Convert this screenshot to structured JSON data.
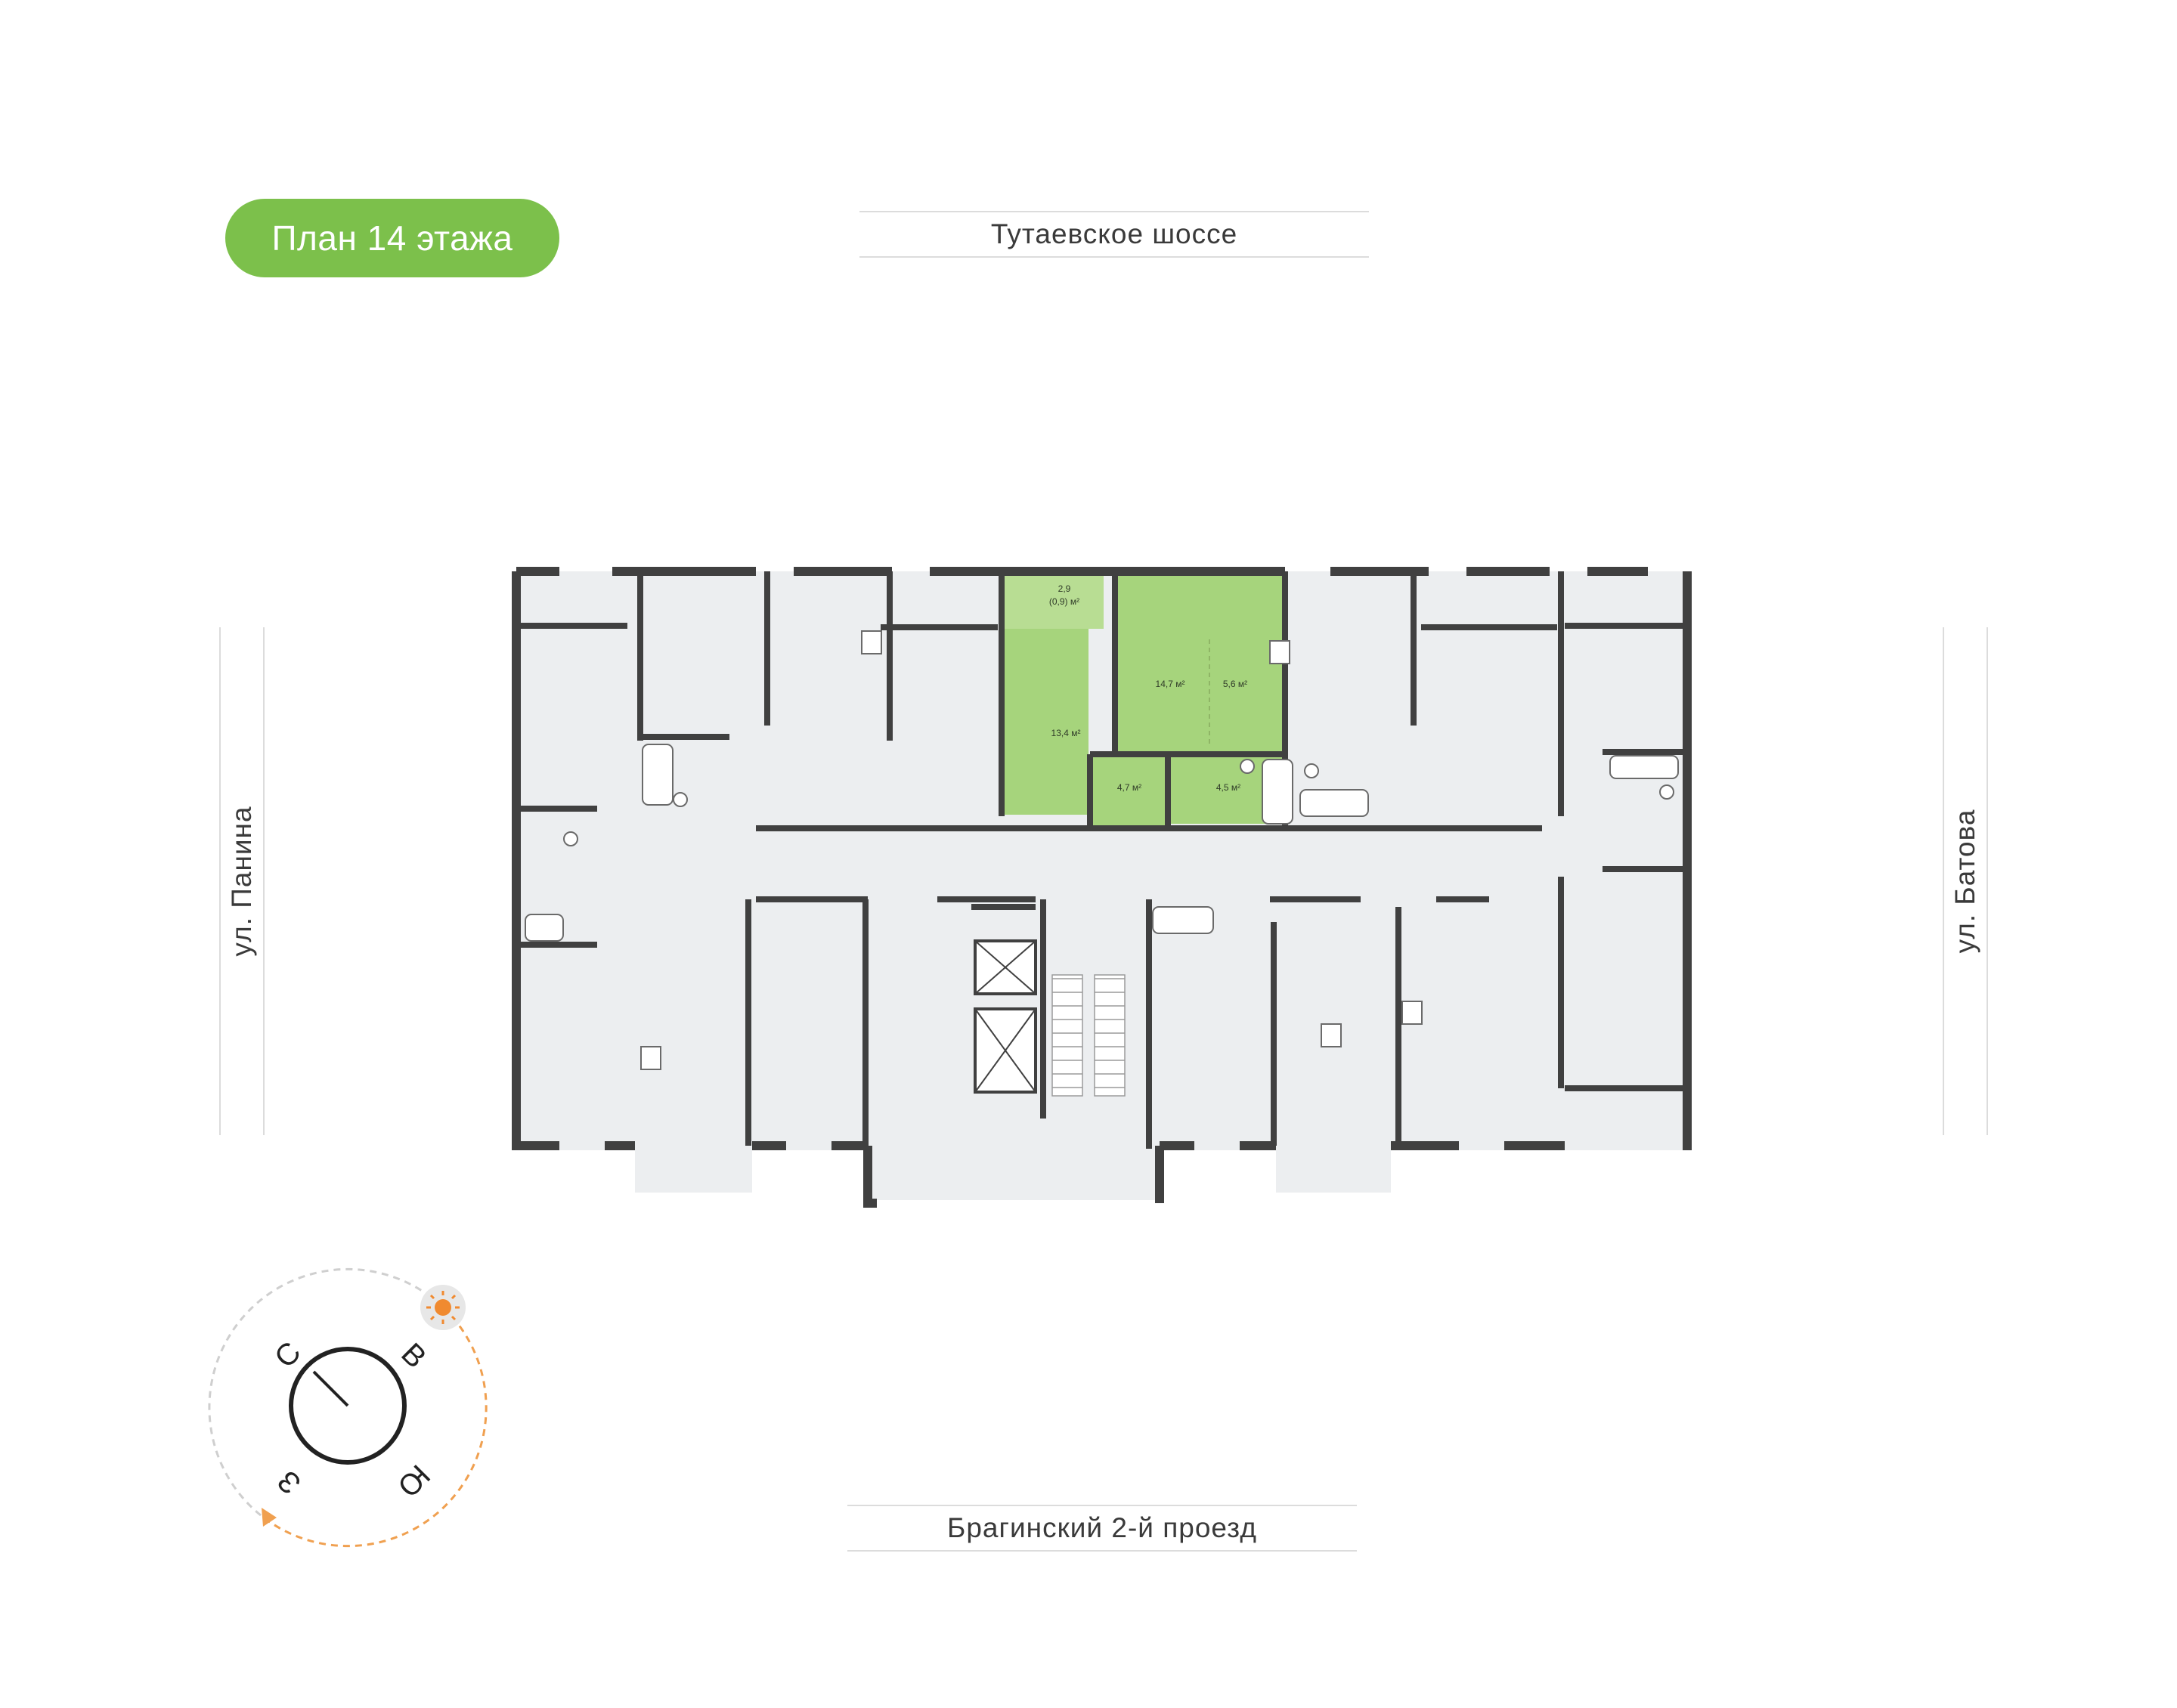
{
  "header": {
    "floor_label": "План 14 этажа"
  },
  "streets": {
    "top": "Тутаевское шоссе",
    "bottom": "Брагинский 2-й проезд",
    "left": "ул. Панина",
    "right": "ул. Батова"
  },
  "apartment": {
    "highlight_color": "#a6d47c",
    "rooms": [
      {
        "id": "balcony",
        "area": "2,9",
        "sub": "(0,9) м²"
      },
      {
        "id": "room",
        "area": "13,4 м²"
      },
      {
        "id": "living",
        "area": "14,7 м²"
      },
      {
        "id": "kitchen",
        "area": "5,6 м²"
      },
      {
        "id": "hall",
        "area": "4,7 м²"
      },
      {
        "id": "bath",
        "area": "4,5 м²"
      }
    ]
  },
  "compass": {
    "north": "С",
    "east": "В",
    "south": "Ю",
    "west": "З",
    "sun_icon": "sun-icon",
    "path_color": "#f0a050"
  },
  "colors": {
    "wall": "#404040",
    "room_fill": "#eceef0",
    "accent": "#7cc04b"
  }
}
